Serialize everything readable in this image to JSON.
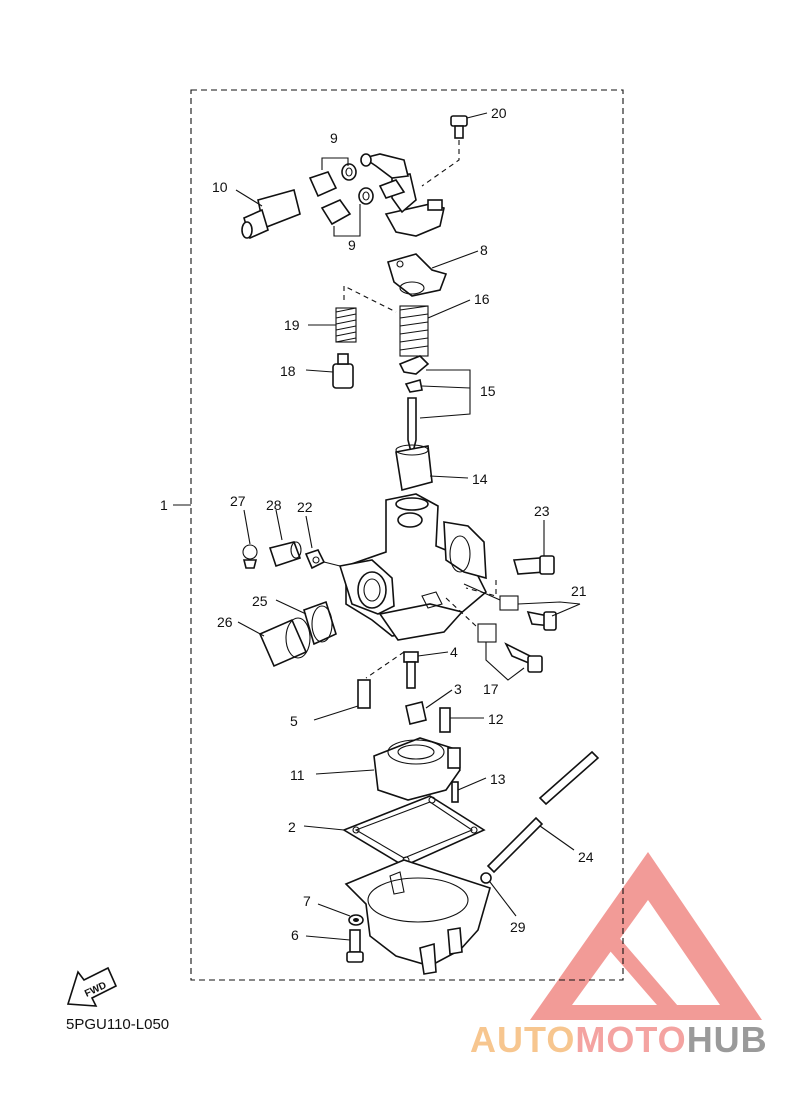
{
  "callouts": {
    "c1": "1",
    "c2": "2",
    "c3": "3",
    "c4": "4",
    "c5": "5",
    "c6": "6",
    "c7": "7",
    "c8": "8",
    "c9a": "9",
    "c9b": "9",
    "c10": "10",
    "c11": "11",
    "c12": "12",
    "c13": "13",
    "c14": "14",
    "c15": "15",
    "c16": "16",
    "c17": "17",
    "c18": "18",
    "c19": "19",
    "c20": "20",
    "c21": "21",
    "c22": "22",
    "c23": "23",
    "c24": "24",
    "c25": "25",
    "c26": "26",
    "c27": "27",
    "c28": "28",
    "c29": "29"
  },
  "diagram_code": "5PGU110-L050",
  "fwd_label": "FWD",
  "watermark": {
    "part1": "AUTO",
    "part2": "MOTO",
    "part3": "HUB",
    "colors": {
      "part1": "#f7c68f",
      "part2": "#f4a3a1",
      "part3": "#9a9a9a",
      "triangle": "#f08a86"
    }
  }
}
